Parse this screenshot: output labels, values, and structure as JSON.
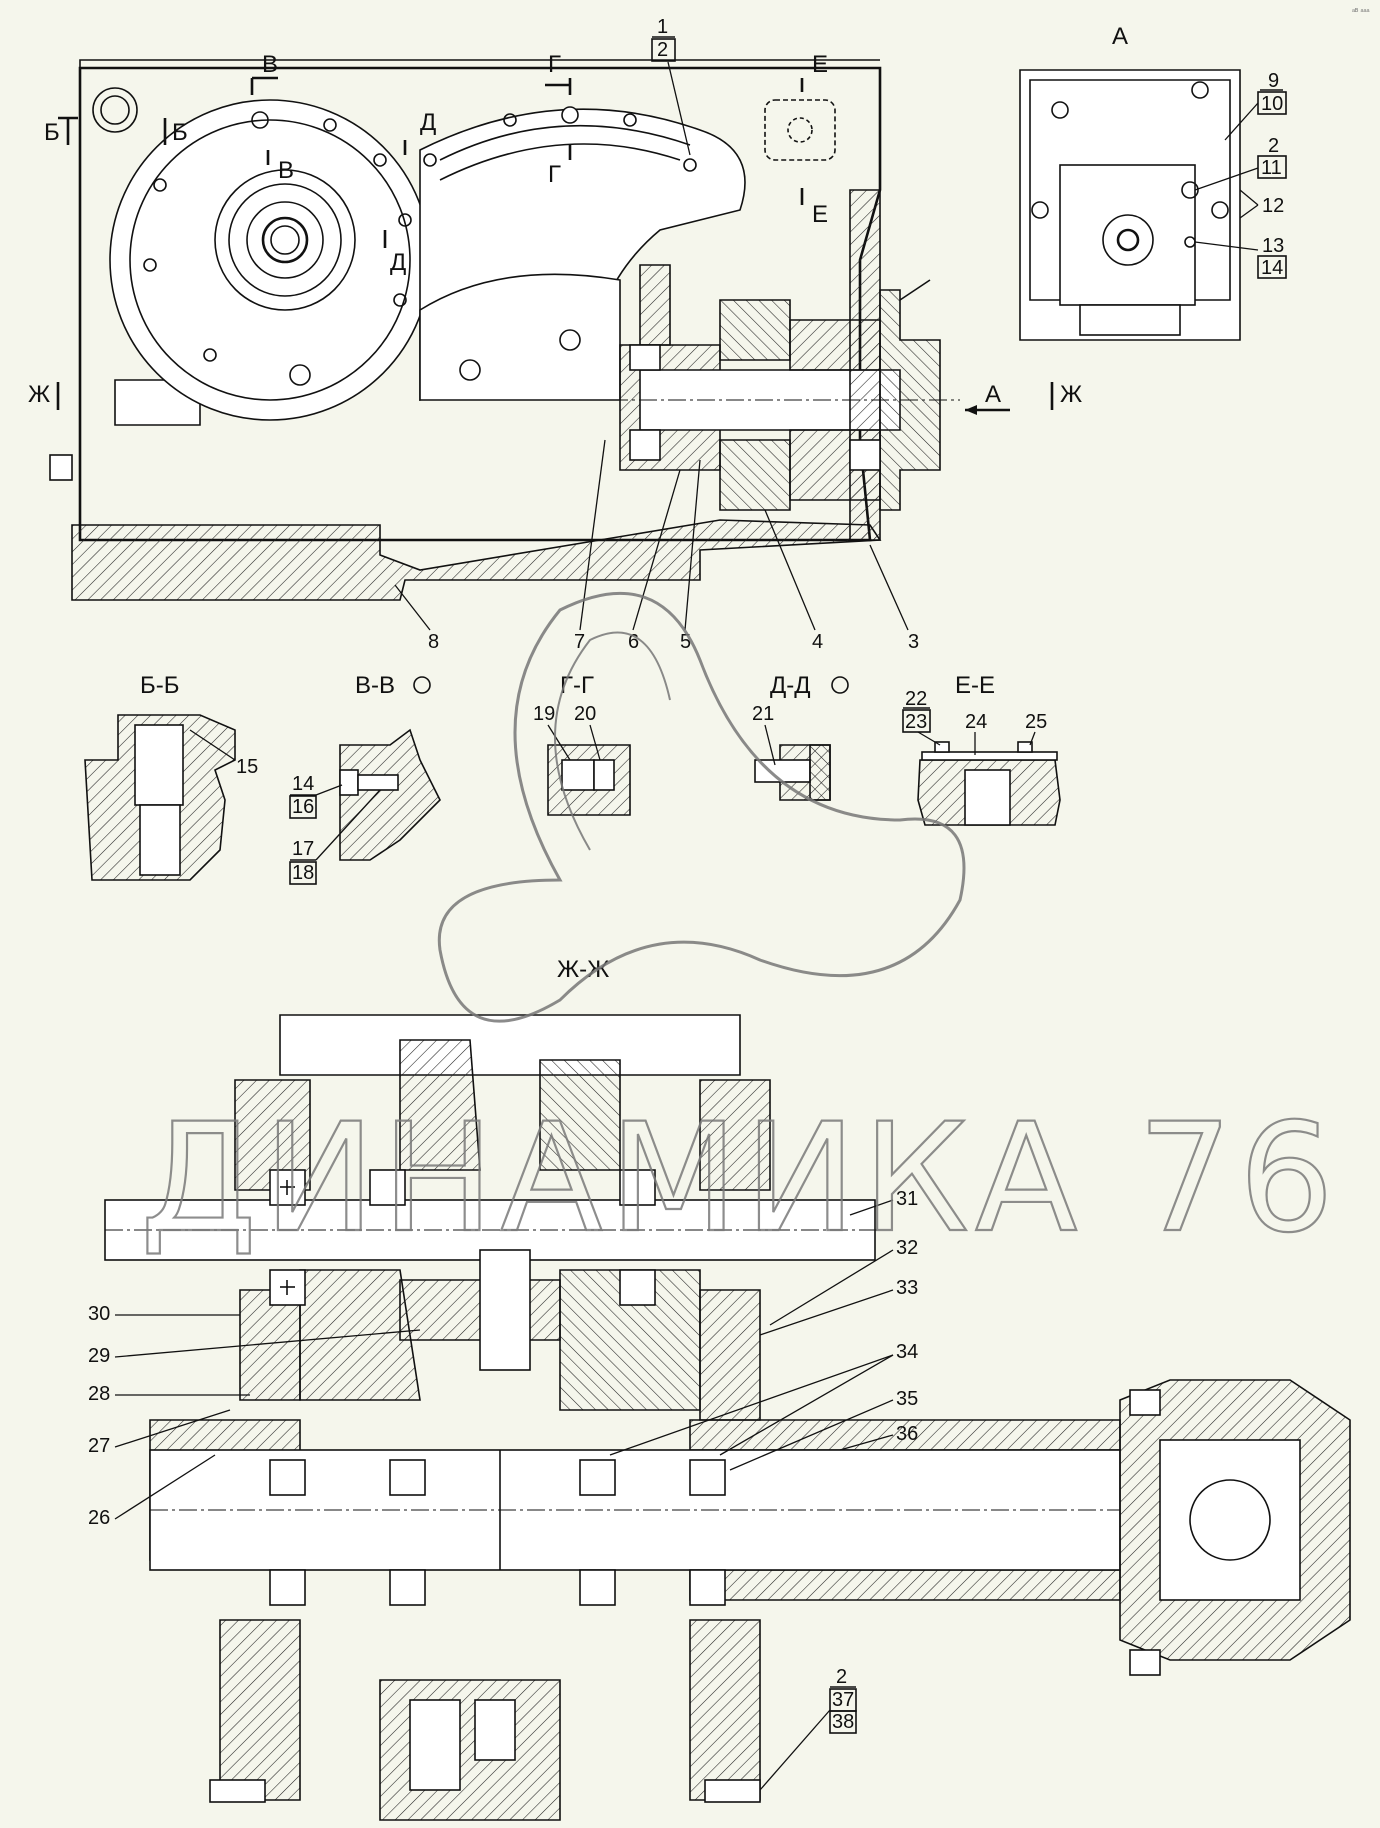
{
  "corner_mark": "ᵃᴮ ᵃᵃᵃ",
  "watermark": "ДИНАМИКА 76",
  "view_labels": {
    "A": "А",
    "bb": "Б-Б",
    "vv": "В-В",
    "gg": "Г-Г",
    "dd": "Д-Д",
    "ee": "Е-Е",
    "zhzh": "Ж-Ж"
  },
  "section_marks": {
    "B": "Б",
    "V": "В",
    "G": "Г",
    "D": "Д",
    "E": "Е",
    "ZH": "Ж",
    "A": "А"
  },
  "callouts": {
    "c1": "1",
    "c2": "2",
    "c3": "3",
    "c4": "4",
    "c5": "5",
    "c6": "6",
    "c7": "7",
    "c8": "8",
    "c9": "9",
    "c10": "10",
    "c2b": "2",
    "c11": "11",
    "c12": "12",
    "c13": "13",
    "c14": "14",
    "c15": "15",
    "c14b": "14",
    "c16": "16",
    "c17": "17",
    "c18": "18",
    "c19": "19",
    "c20": "20",
    "c21": "21",
    "c22": "22",
    "c23": "23",
    "c24": "24",
    "c25": "25",
    "c26": "26",
    "c27": "27",
    "c28": "28",
    "c29": "29",
    "c30": "30",
    "c31": "31",
    "c32": "32",
    "c33": "33",
    "c34": "34",
    "c35": "35",
    "c36": "36",
    "c2c": "2",
    "c37": "37",
    "c38": "38"
  }
}
